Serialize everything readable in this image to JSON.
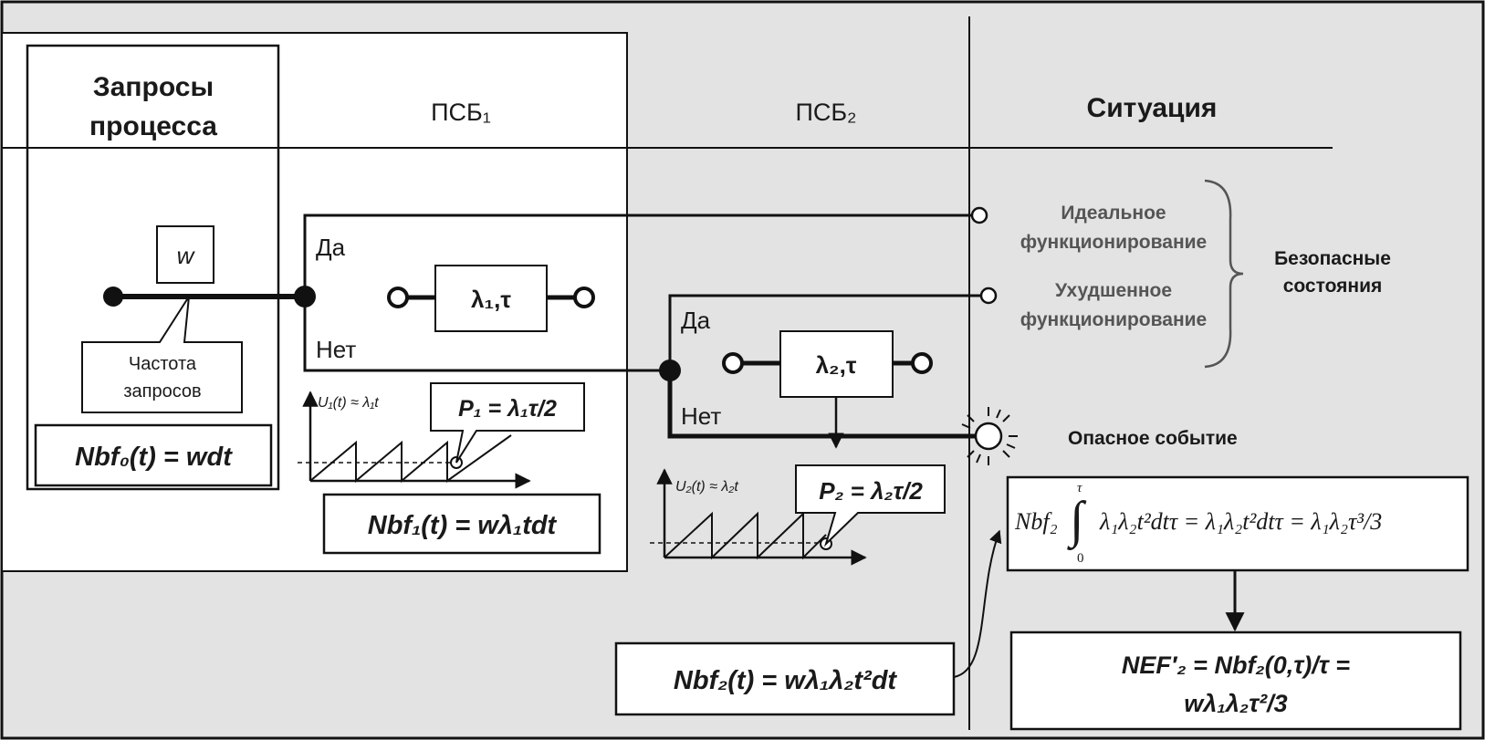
{
  "headers": {
    "requests_line1": "Запросы",
    "requests_line2": "процесса",
    "psb1": "ПСБ₁",
    "psb2": "ПСБ₂",
    "situation": "Ситуация"
  },
  "request_block": {
    "w_label": "w",
    "freq_line1": "Частота",
    "freq_line2": "запросов",
    "nbf0": "Nbf₀(t) = wdt"
  },
  "psb1": {
    "yes": "Да",
    "no": "Нет",
    "element": "λ₁,τ",
    "u_axis": "U₁(t) ≈ λ₁t",
    "p1": "P₁ = λ₁τ/2",
    "nbf1": "Nbf₁(t) = wλ₁tdt"
  },
  "psb2": {
    "yes": "Да",
    "no": "Нет",
    "element": "λ₂,τ",
    "u_axis": "U₂(t) ≈ λ₂t",
    "p2": "P₂ = λ₂τ/2",
    "nbf2": "Nbf₂(t) = wλ₁λ₂t²dt"
  },
  "situation": {
    "ideal_line1": "Идеальное",
    "ideal_line2": "функционирование",
    "degraded_line1": "Ухудшенное",
    "degraded_line2": "функционирование",
    "safe_line1": "Безопасные",
    "safe_line2": "состояния",
    "hazard": "Опасное событие",
    "integral_left": "Nbf₂",
    "integral_upper": "τ",
    "integral_lower": "0",
    "integral_body": "λ₁λ₂t²dtτ = λ₁λ₂t²dtτ = λ₁λ₂τ³/3",
    "nef_line1": "NEF′₂ = Nbf₂(0,τ)/τ =",
    "nef_line2": "wλ₁λ₂τ²/3"
  }
}
